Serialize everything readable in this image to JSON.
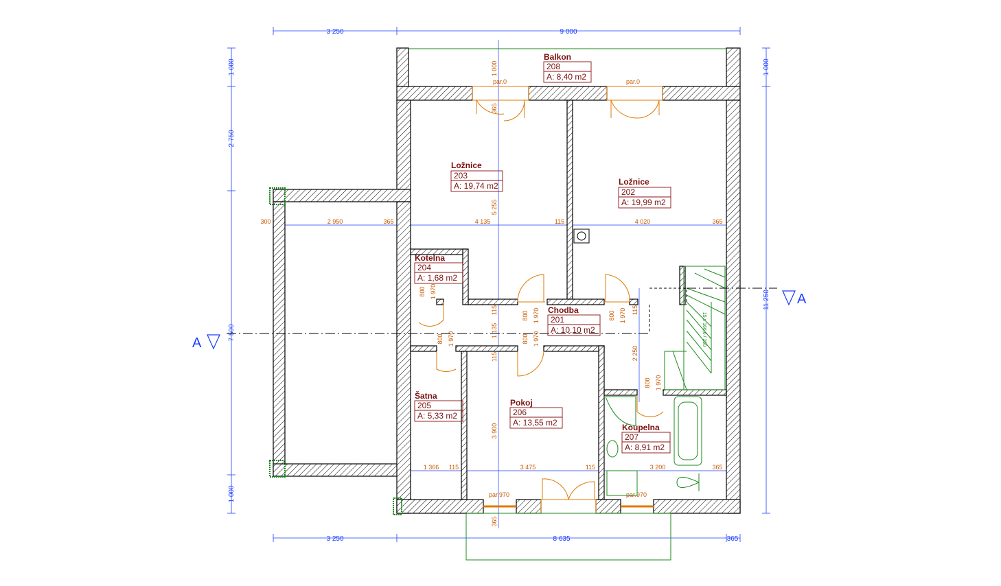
{
  "rooms": [
    {
      "name": "Balkon",
      "number": "208",
      "area": "A: 8,40 m2"
    },
    {
      "name": "Ložnice",
      "number": "203",
      "area": "A: 19,74 m2"
    },
    {
      "name": "Ložnice",
      "number": "202",
      "area": "A: 19,99 m2"
    },
    {
      "name": "Kotelna",
      "number": "204",
      "area": "A: 1,68 m2"
    },
    {
      "name": "Chodba",
      "number": "201",
      "area": "A: 10,10 m2"
    },
    {
      "name": "Šatna",
      "number": "205",
      "area": "A: 5,33 m2"
    },
    {
      "name": "Pokoj",
      "number": "206",
      "area": "A: 13,55 m2"
    },
    {
      "name": "Koupelna",
      "number": "207",
      "area": "A: 8,91 m2"
    }
  ],
  "dimensions": {
    "top": [
      "3 250",
      "9 000"
    ],
    "bottom": [
      "3 250",
      "8 635",
      "365"
    ],
    "left": [
      "1 000",
      "2 750",
      "7 500",
      "1 000"
    ],
    "right": [
      "1 000",
      "11 250"
    ],
    "row_upper": [
      "300",
      "2 950",
      "365",
      "4 135",
      "115",
      "4 020",
      "365"
    ],
    "row_lower": [
      "1 366",
      "115",
      "3 475",
      "115",
      "3 200",
      "365"
    ],
    "vertical_inner": [
      "1 000",
      "365",
      "5 255",
      "115",
      "1 135",
      "115",
      "3 900",
      "365",
      "2 250",
      "115"
    ]
  },
  "openings": {
    "parapet_0": "par.0",
    "parapet_970": "par.970",
    "door_width": "800",
    "door_height": "1 970",
    "stair_label": "15 x 166,6 / 250"
  },
  "section": {
    "label": "A"
  }
}
